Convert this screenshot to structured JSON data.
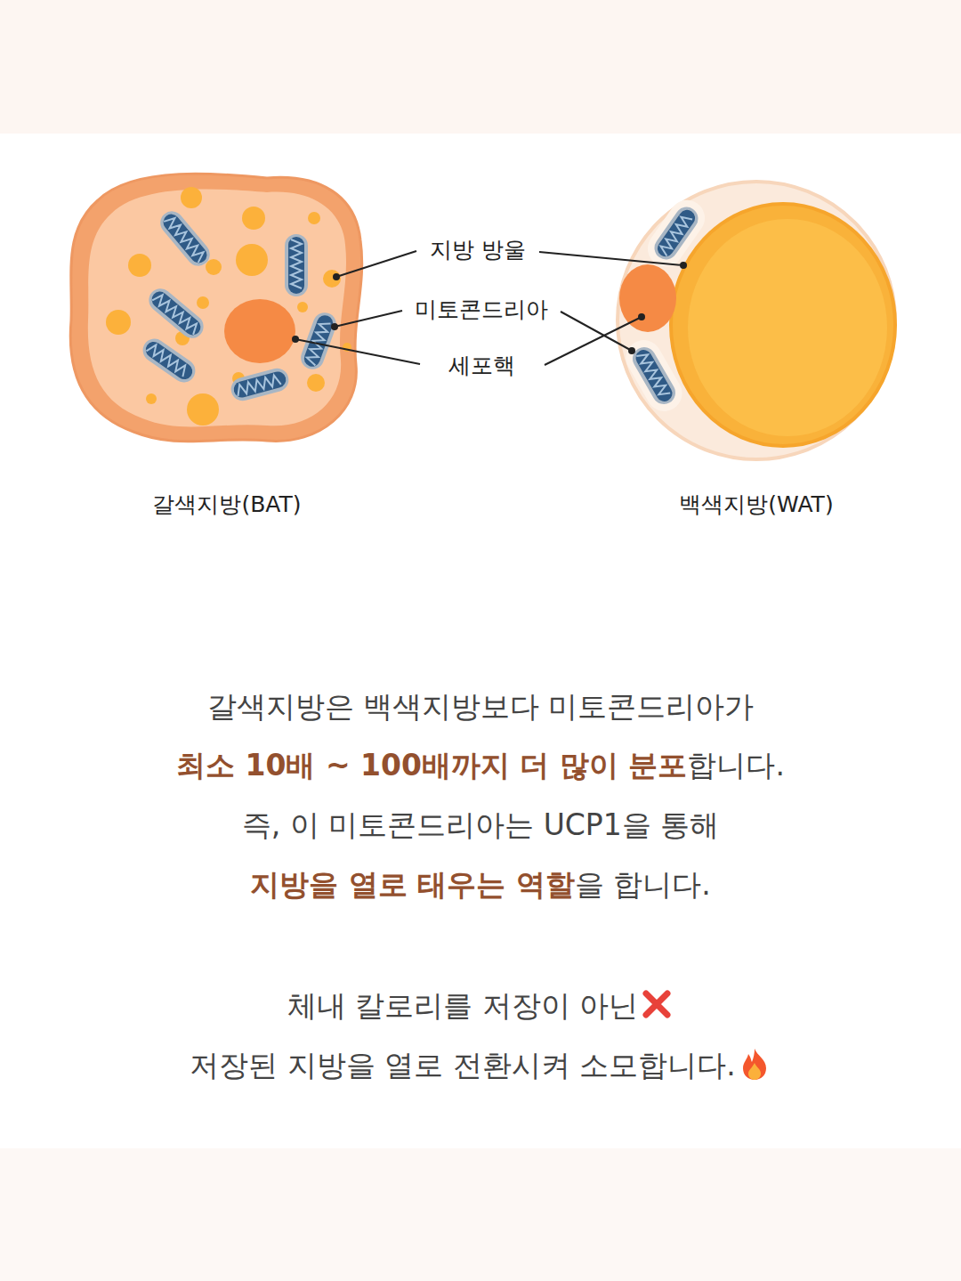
{
  "diagram": {
    "nodes": [
      {
        "text": [
          "갈색지방(BAT)"
        ]
      },
      {
        "text": [
          "백색지방(WAT)"
        ]
      }
    ],
    "labels": [
      "지방 방울",
      "미토콘드리아",
      "세포핵",
      "갈색지방은 백색지방보다 미토콘드리아가",
      "최소 10배 ~ 100배까지 더 많이 분포",
      "합니다.",
      "즉, 이 미토콘드리아는 UCP1을 통해",
      "지방을 열로 태우는 역할",
      "을 합니다.",
      "체내 칼로리를 저장이 아닌",
      "저장된 지방을 열로 전환시켜 소모합니다."
    ]
  }
}
